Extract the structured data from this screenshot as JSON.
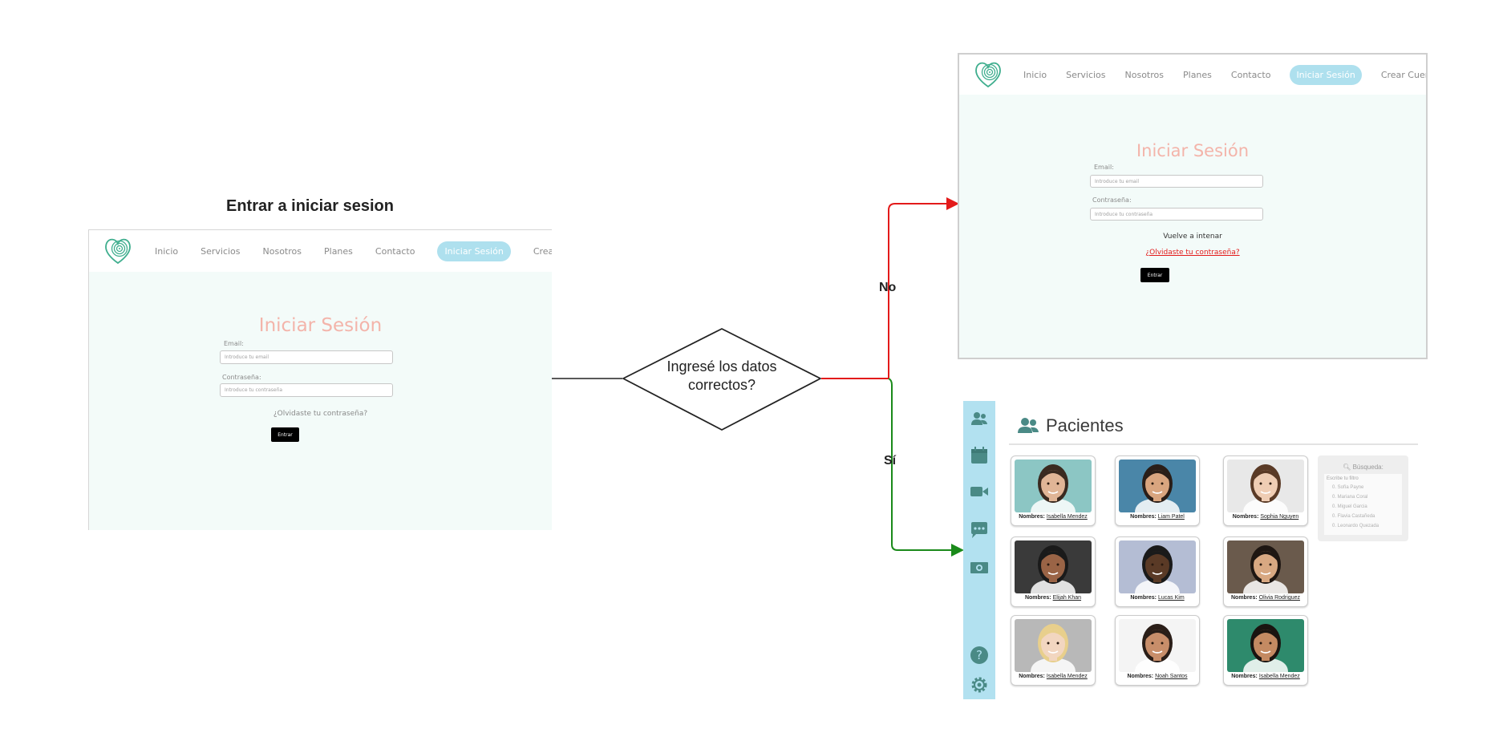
{
  "heading": "Entrar a iniciar sesion",
  "decision": {
    "line1": "Ingresé los datos",
    "line2": "correctos?"
  },
  "edges": {
    "no": "No",
    "yes": "Sí"
  },
  "colors": {
    "no_edge": "#e31a1a",
    "yes_edge": "#1a8a1a",
    "nav_active": "#aee0ee",
    "login_title": "#f3b4aa",
    "sidebar": "#b2e1f0"
  },
  "login_nav": {
    "items": [
      "Inicio",
      "Servicios",
      "Nosotros",
      "Planes",
      "Contacto",
      "Iniciar Sesión",
      "Crear Cuenta"
    ],
    "active": "Iniciar Sesión"
  },
  "login_form": {
    "title": "Iniciar Sesión",
    "email_label": "Email:",
    "email_placeholder": "Introduce tu email",
    "password_label": "Contraseña:",
    "password_placeholder": "Introduce tu contraseña",
    "forgot": "¿Olvidaste tu contraseña?",
    "submit": "Entrar",
    "retry_message": "Vuelve a intenar"
  },
  "patients": {
    "title": "Pacientes",
    "sidebar_icons": [
      "users-icon",
      "calendar-icon",
      "video-icon",
      "chat-icon",
      "money-icon",
      "help-icon",
      "settings-icon"
    ],
    "name_prefix": "Nombres:",
    "cards": [
      {
        "name": "Isabella Mendez",
        "skin": "#e0b596",
        "hair": "#3a2a20",
        "bg": "#8cc6c4"
      },
      {
        "name": "Liam Patel",
        "skin": "#d9a57f",
        "hair": "#2a1e18",
        "bg": "#4a86a8"
      },
      {
        "name": "Sophia Nguyen",
        "skin": "#efcdb4",
        "hair": "#5a3a26",
        "bg": "#e8e8e8"
      },
      {
        "name": "Elijah Khan",
        "skin": "#9a6446",
        "hair": "#1a1a1a",
        "bg": "#3a3a3a"
      },
      {
        "name": "Lucas Kim",
        "skin": "#5a3a26",
        "hair": "#1a1a1a",
        "bg": "#b4bdd4"
      },
      {
        "name": "Olivia Rodriguez",
        "skin": "#d8a882",
        "hair": "#1e1612",
        "bg": "#6a5a4c"
      },
      {
        "name": "Isabella Mendez",
        "skin": "#f2d6c0",
        "hair": "#e8cf8c",
        "bg": "#b8b8b8"
      },
      {
        "name": "Noah Santos",
        "skin": "#c88e6a",
        "hair": "#2a1e18",
        "bg": "#f4f4f4"
      },
      {
        "name": "Isabella Mendez",
        "skin": "#c48a62",
        "hair": "#1a1410",
        "bg": "#2e8a6c"
      }
    ],
    "search": {
      "title": "Búsqueda:",
      "subtitle": "Escribe tu filtro",
      "items": [
        "Sofía Payne",
        "Mariana Coral",
        "Miguel Garcia",
        "Flavia Castañeda",
        "Leonardo Quezada"
      ]
    }
  }
}
